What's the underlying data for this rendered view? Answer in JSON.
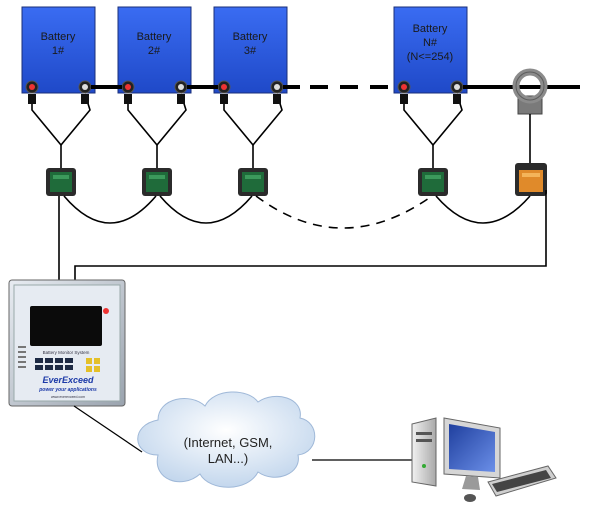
{
  "batteries": [
    {
      "line1": "Battery",
      "line2": "1#",
      "line3": ""
    },
    {
      "line1": "Battery",
      "line2": "2#",
      "line3": ""
    },
    {
      "line1": "Battery",
      "line2": "3#",
      "line3": ""
    },
    {
      "line1": "Battery",
      "line2": "N#",
      "line3": "(N<=254)"
    }
  ],
  "controller": {
    "panel_title": "Battery Monitor System",
    "brand": "EverExceed",
    "tagline": "power your applications",
    "website": "www.everexceed.com"
  },
  "cloud": {
    "line1": "(Internet, GSM,",
    "line2": "LAN...)"
  },
  "colors": {
    "battery_fill": "#2f5fe0",
    "module_green": "#1f6b3a",
    "module_orange": "#e08a2a",
    "cable": "#000000"
  }
}
